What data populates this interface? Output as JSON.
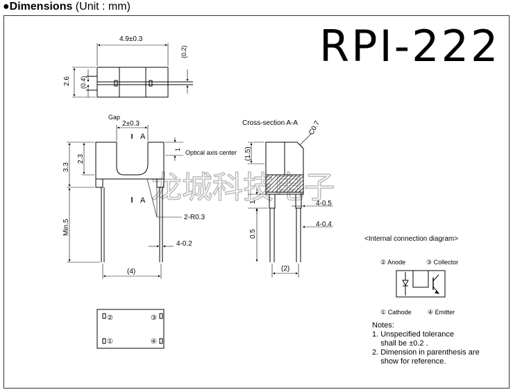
{
  "header": {
    "bullet": "●",
    "title": "Dimensions",
    "unit": " (Unit : mm)"
  },
  "part_number": "RPI-222",
  "watermark": "龙城科技电子",
  "top_view": {
    "width_dim": "4.9±0.3",
    "height_dim": "2.6",
    "inner_dim": "(0.4)",
    "pin_dim": "(0.2)"
  },
  "front_view": {
    "gap_label": "Gap",
    "gap_dim": "2±0.3",
    "section_marker": "A",
    "optical_label": "Optical axis center",
    "optical_dim": "1",
    "height_3_3": "3.3",
    "height_2_3": "2.3",
    "min_length": "Min.5",
    "radius": "2-R0.3",
    "pin_width": "4-0.2",
    "pitch": "(4)"
  },
  "cross_section": {
    "title": "Cross-section A-A",
    "chamfer": "C0.7",
    "dim_1_5": "(1.5)",
    "dim_1": "1",
    "dim_0_5": "0.5",
    "pin_a": "4-0.5",
    "pin_b": "4-0.4",
    "pitch": "(2)"
  },
  "bottom_view": {
    "pins": [
      "②",
      "③",
      "①",
      "④"
    ]
  },
  "connection": {
    "title": "<Internal connection diagram>",
    "anode": "② Anode",
    "collector": "③ Collector",
    "cathode": "① Cathode",
    "emitter": "④ Emitter"
  },
  "notes": {
    "title": "Notes:",
    "lines": [
      "1. Unspecified tolerance",
      "    shall be ±0.2 .",
      "2. Dimension in parenthesis are",
      "    show for reference."
    ]
  }
}
